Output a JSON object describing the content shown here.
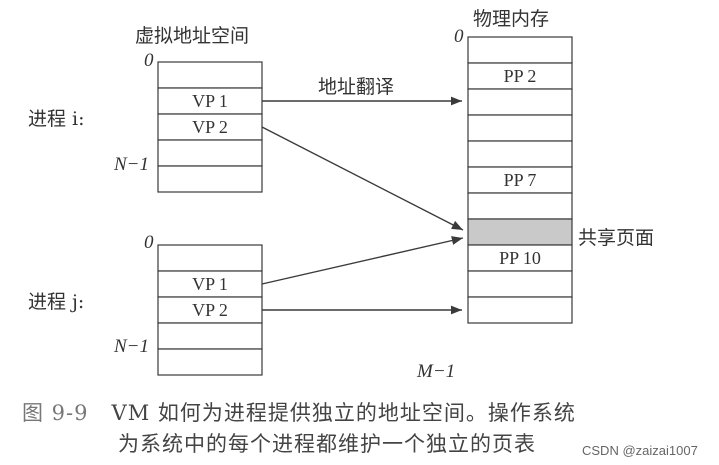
{
  "virtual_space": {
    "title": "虚拟地址空间",
    "process_i": {
      "label": "进程 i:",
      "top_index": "0",
      "bottom_index": "N−1",
      "pages": [
        "",
        "VP 1",
        "VP 2",
        "",
        ""
      ]
    },
    "process_j": {
      "label": "进程 j:",
      "top_index": "0",
      "bottom_index": "N−1",
      "pages": [
        "",
        "VP 1",
        "VP 2",
        "",
        ""
      ]
    }
  },
  "physical_memory": {
    "title": "物理内存",
    "top_index": "0",
    "bottom_index": "M−1",
    "pages": [
      "",
      "PP 2",
      "",
      "",
      "",
      "PP 7",
      "",
      "",
      "PP 10",
      "",
      ""
    ],
    "shared_label": "共享页面"
  },
  "translation_label": "地址翻译",
  "caption": {
    "figure_number": "图 9-9",
    "line1": "VM 如何为进程提供独立的地址空间。操作系统",
    "line2": "为系统中的每个进程都维护一个独立的页表"
  },
  "watermark": "CSDN @zaizai1007",
  "colors": {
    "shared_fill": "#c9c9c9",
    "line": "#3a3a3a"
  }
}
